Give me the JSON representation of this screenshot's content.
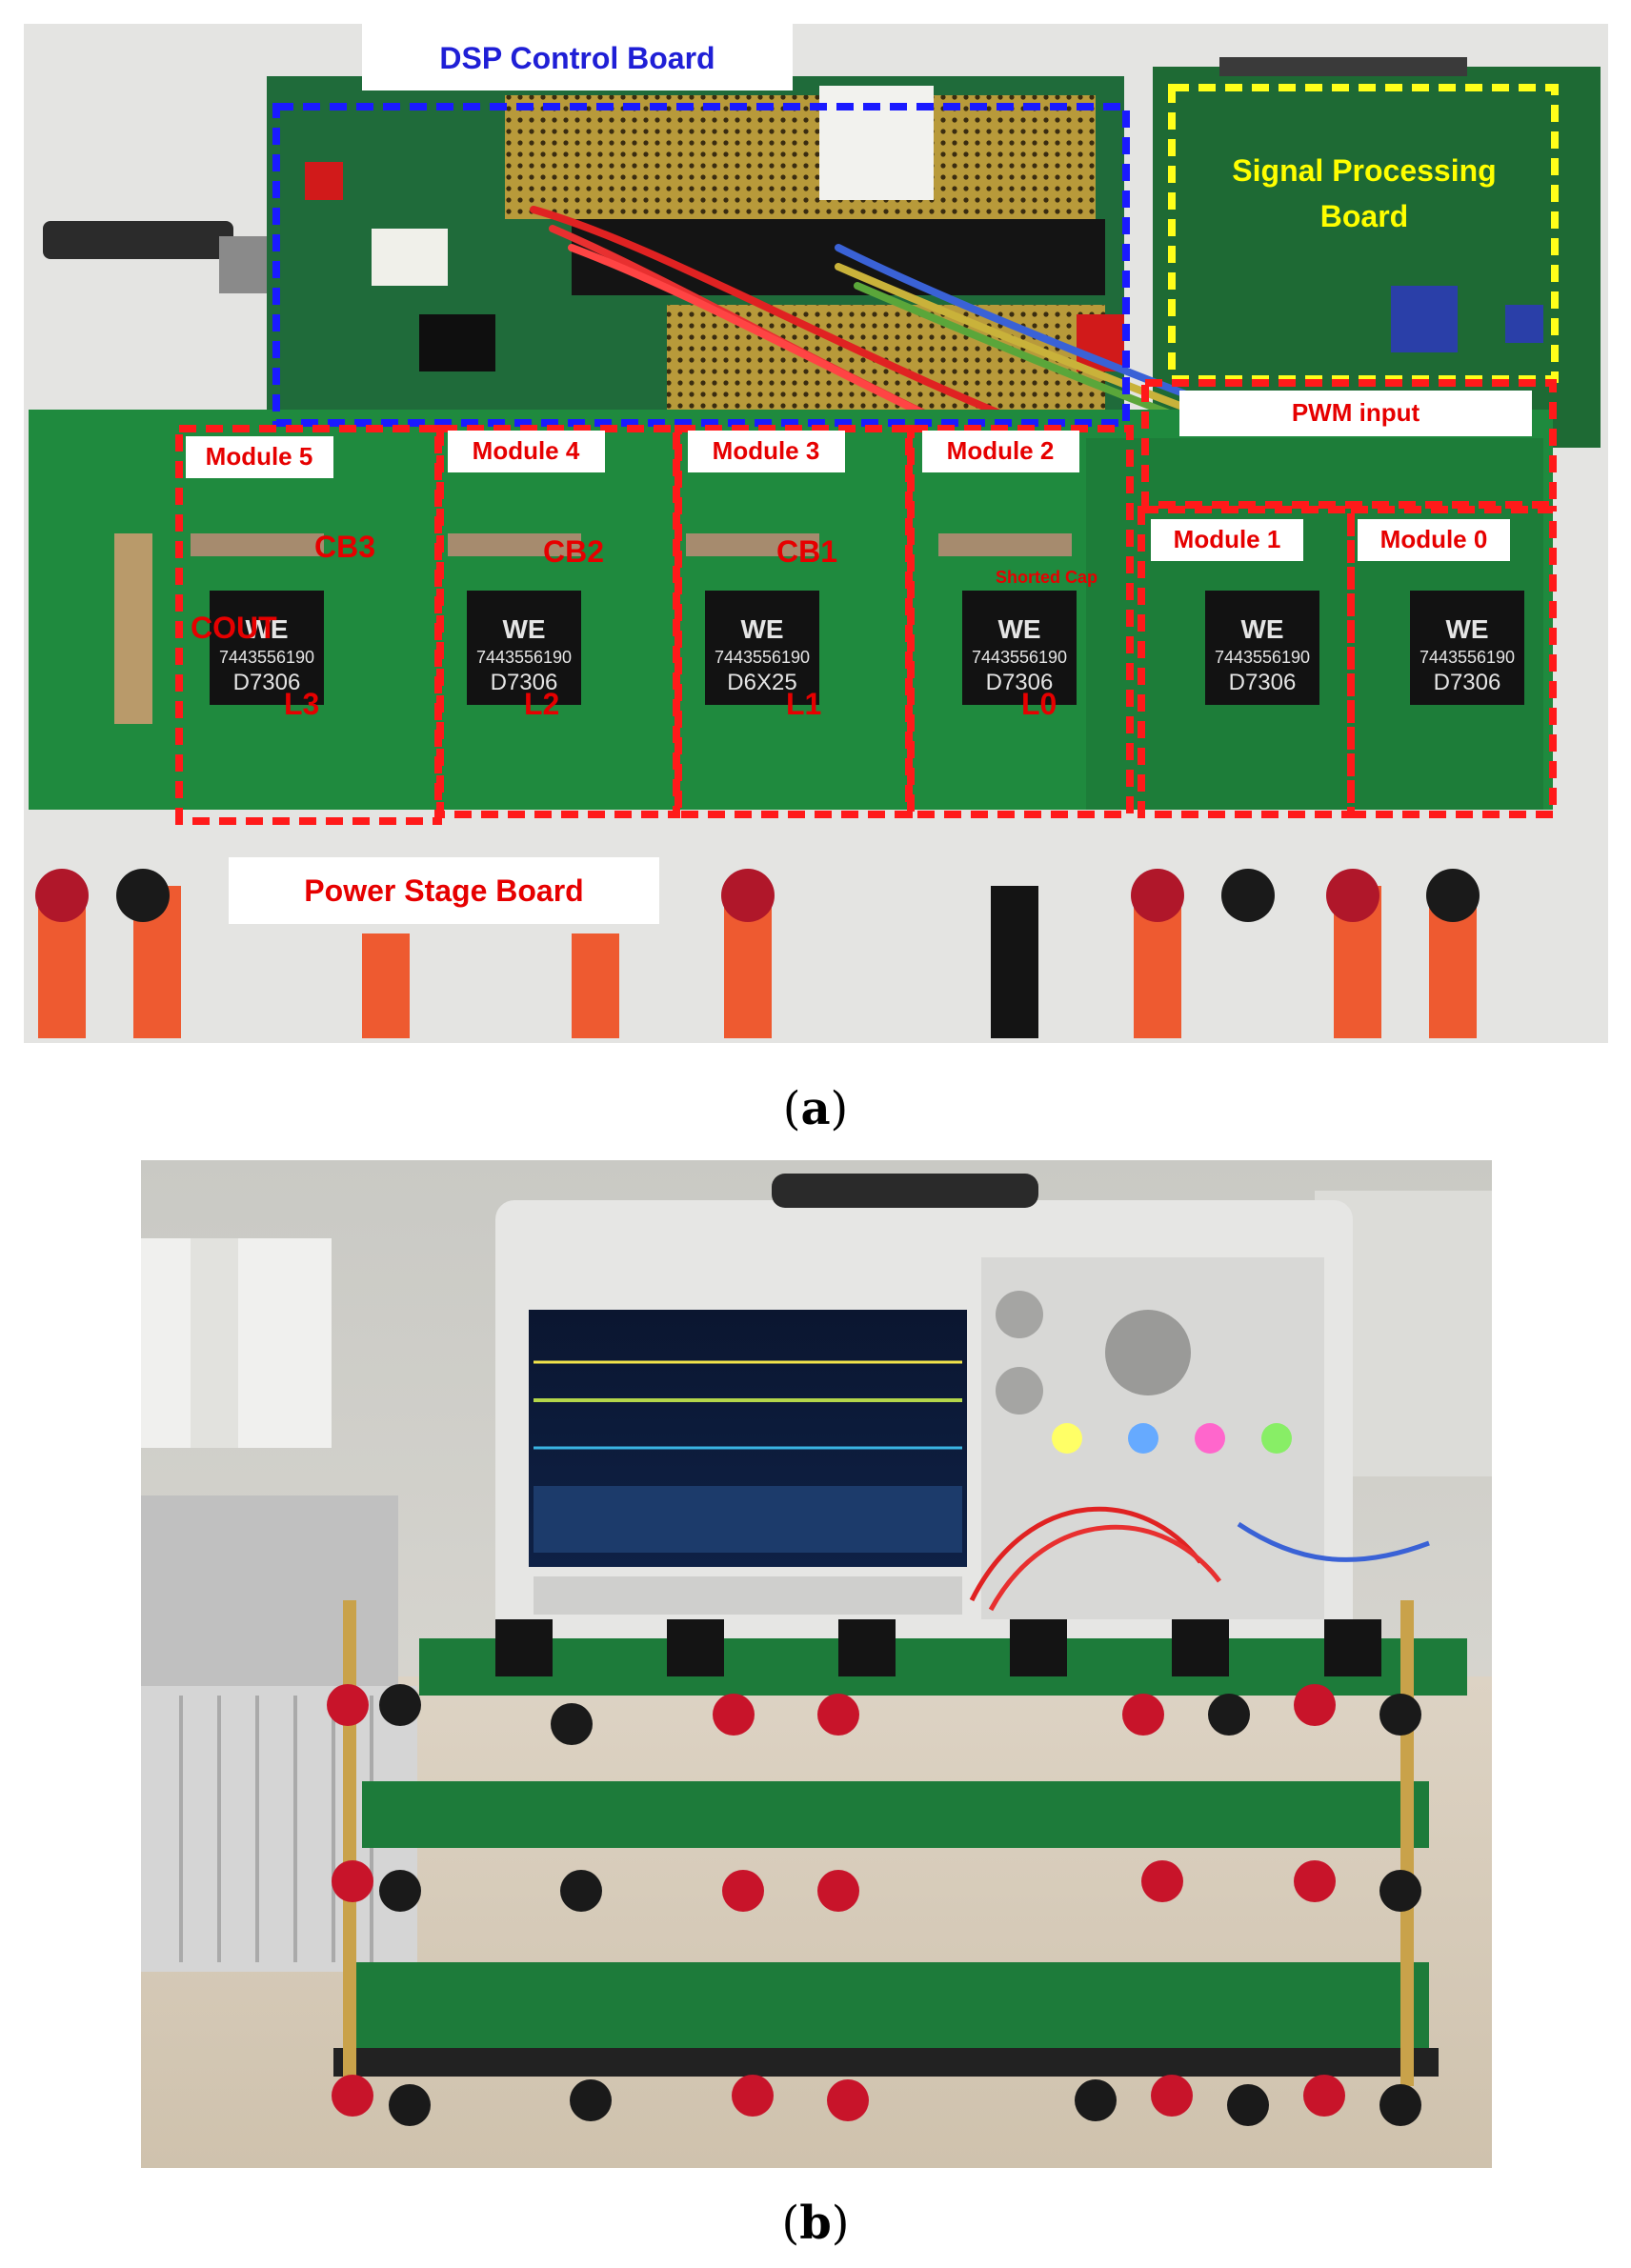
{
  "figure": {
    "a": {
      "caption_open": "(",
      "caption_letter": "a",
      "caption_close": ")",
      "labels": {
        "dsp": "DSP Control Board",
        "signal_line1": "Signal Processing",
        "signal_line2": "Board",
        "pwm": "PWM input",
        "module5": "Module 5",
        "module4": "Module 4",
        "module3": "Module 3",
        "module2": "Module 2",
        "module1": "Module 1",
        "module0": "Module 0",
        "power_stage": "Power Stage Board",
        "cb3": "CB3",
        "cb2": "CB2",
        "cb1": "CB1",
        "cout": "COUT",
        "shorted_cap": "Shorted Cap",
        "l3": "L3",
        "l2": "L2",
        "l1": "L1",
        "l0": "L0"
      },
      "inductor_text": {
        "brand": "WE",
        "part": "7443556190",
        "code_a": "D7306",
        "code_b": "D6X25"
      }
    },
    "b": {
      "caption_open": "(",
      "caption_letter": "b",
      "caption_close": ")"
    }
  },
  "colors": {
    "dsp_outline": "#1a1aff",
    "dsp_text": "#1f1fd6",
    "signal_outline": "#ffff1a",
    "signal_text": "#ffff00",
    "module_outline": "#ff1a1a",
    "module_text": "#e60000",
    "pcb_green": "#1f8a3e"
  }
}
